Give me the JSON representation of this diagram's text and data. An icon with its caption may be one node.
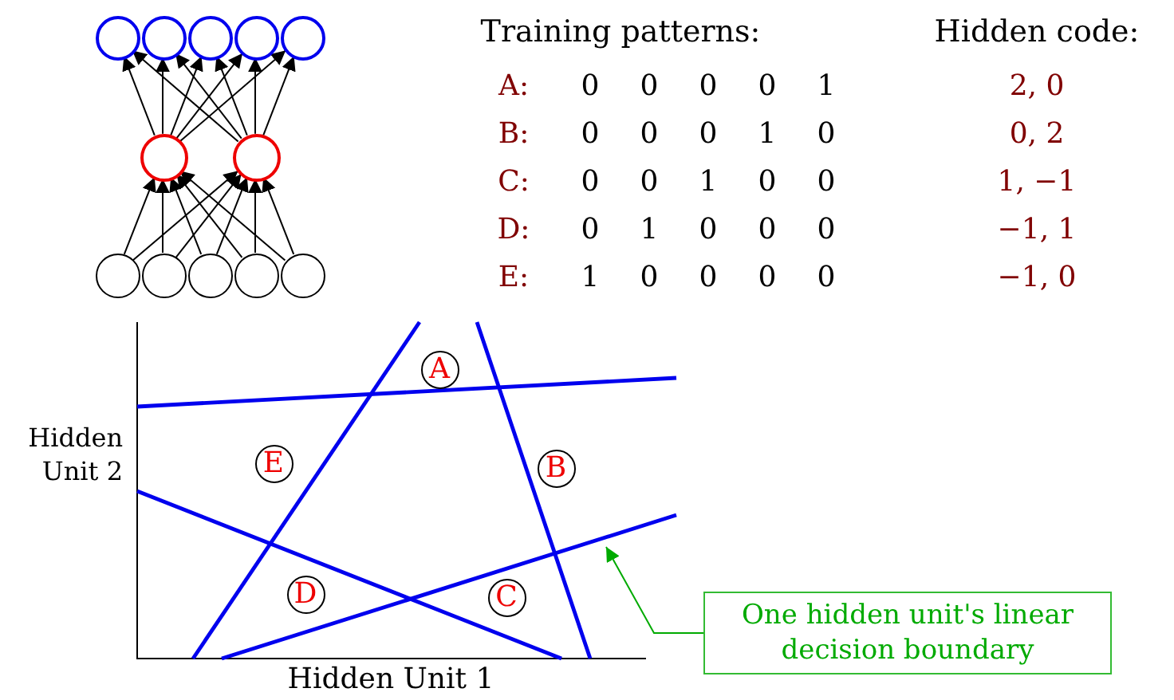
{
  "diagram": {
    "nodes": [
      {
        "text": [],
        "shape": "circle"
      },
      {
        "text": [],
        "shape": "circle"
      },
      {
        "text": [],
        "shape": "circle"
      },
      {
        "text": [],
        "shape": "circle"
      },
      {
        "text": [],
        "shape": "circle"
      },
      {
        "text": [],
        "shape": "circle"
      },
      {
        "text": [],
        "shape": "circle"
      },
      {
        "text": [],
        "shape": "circle"
      },
      {
        "text": [],
        "shape": "circle"
      },
      {
        "text": [],
        "shape": "circle"
      },
      {
        "text": [],
        "shape": "circle"
      },
      {
        "text": [],
        "shape": "circle"
      },
      {
        "text": [
          "A"
        ]
      },
      {
        "text": [
          "E"
        ]
      },
      {
        "text": [
          "B"
        ]
      },
      {
        "text": [
          "D"
        ]
      },
      {
        "text": [
          "C"
        ]
      },
      {
        "text": [
          "One hidden unit's linear decision boundary"
        ]
      }
    ],
    "edges": [
      {
        "from": 7,
        "to": 5,
        "arrow": "to"
      },
      {
        "from": 7,
        "to": 6,
        "arrow": "to"
      },
      {
        "from": 8,
        "to": 5,
        "arrow": "to"
      },
      {
        "from": 8,
        "to": 6,
        "arrow": "to"
      },
      {
        "from": 9,
        "to": 5,
        "arrow": "to"
      },
      {
        "from": 9,
        "to": 6,
        "arrow": "to"
      },
      {
        "from": 10,
        "to": 5,
        "arrow": "to"
      },
      {
        "from": 10,
        "to": 6,
        "arrow": "to"
      },
      {
        "from": 11,
        "to": 5,
        "arrow": "to"
      },
      {
        "from": 11,
        "to": 6,
        "arrow": "to"
      },
      {
        "from": 5,
        "to": 0,
        "arrow": "to"
      },
      {
        "from": 5,
        "to": 1,
        "arrow": "to"
      },
      {
        "from": 5,
        "to": 2,
        "arrow": "to"
      },
      {
        "from": 5,
        "to": 3,
        "arrow": "to"
      },
      {
        "from": 5,
        "to": 4,
        "arrow": "to"
      },
      {
        "from": 6,
        "to": 0,
        "arrow": "to"
      },
      {
        "from": 6,
        "to": 1,
        "arrow": "to"
      },
      {
        "from": 6,
        "to": 2,
        "arrow": "to"
      },
      {
        "from": 6,
        "to": 3,
        "arrow": "to"
      },
      {
        "from": 6,
        "to": 4,
        "arrow": "to"
      },
      {
        "from": 17,
        "to": null,
        "arrow": "to",
        "color": "#00aa00"
      }
    ],
    "labels": [
      "Training patterns:",
      "Hidden code:",
      "A:",
      "0",
      "0",
      "0",
      "0",
      "1",
      "2, 0",
      "B:",
      "0",
      "0",
      "0",
      "1",
      "0",
      "0, 2",
      "C:",
      "0",
      "0",
      "1",
      "0",
      "0",
      "1, −1",
      "D:",
      "0",
      "1",
      "0",
      "0",
      "0",
      "−1, 1",
      "E:",
      "1",
      "0",
      "0",
      "0",
      "0",
      "−1, 0",
      "Hidden Unit 2",
      "Hidden Unit 1"
    ]
  }
}
